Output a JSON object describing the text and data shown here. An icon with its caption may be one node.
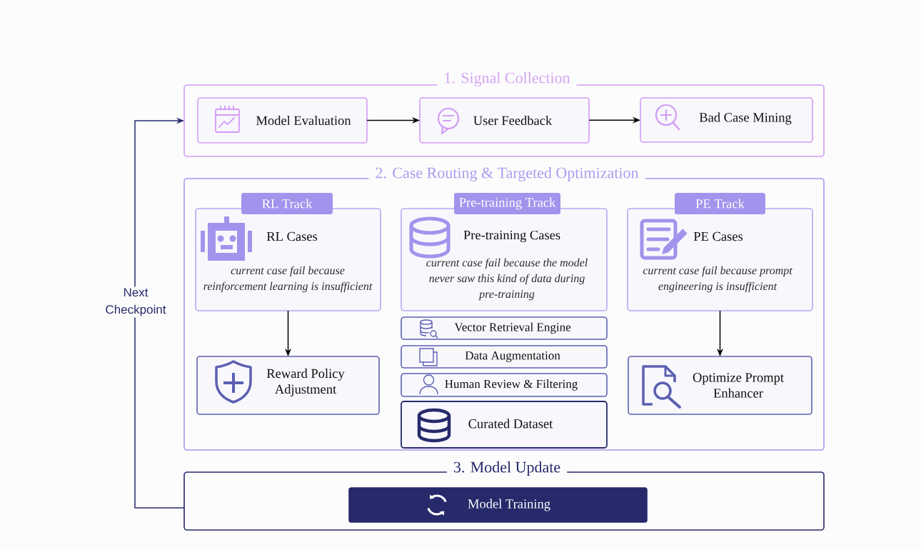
{
  "diagram": {
    "nodes": [
      {
        "text": [
          "1. Signal Collection"
        ]
      },
      {
        "text": [
          "Model Evaluation"
        ],
        "in": 0
      },
      {
        "text": [
          "User Feedback"
        ],
        "in": 0
      },
      {
        "text": [
          "Bad Case Mining"
        ],
        "in": 0
      },
      {
        "text": [
          "2. Case Routing & Targeted Optimization"
        ]
      },
      {
        "text": [
          "RL Track",
          "RL Cases",
          "current case fail because reinforcement learning is insufficient"
        ],
        "in": 4
      },
      {
        "text": [
          "Reward Policy Adjustment"
        ],
        "in": 4
      },
      {
        "text": [
          "Pre-training Track",
          "Pre-training Cases",
          "current case fail because the model never saw this kind of data during pre-training"
        ],
        "in": 4
      },
      {
        "text": [
          "Vector Retrieval Engine"
        ],
        "in": 4
      },
      {
        "text": [
          "Data Augmentation"
        ],
        "in": 4
      },
      {
        "text": [
          "Human Review & Filtering"
        ],
        "in": 4
      },
      {
        "text": [
          "Curated Dataset"
        ],
        "in": 4
      },
      {
        "text": [
          "PE Track",
          "PE Cases",
          "current case fail because prompt engineering is insufficient"
        ],
        "in": 4
      },
      {
        "text": [
          "Optimize Prompt Enhancer"
        ],
        "in": 4
      },
      {
        "text": [
          "3. Model Update"
        ]
      },
      {
        "text": [
          "Model Training"
        ],
        "in": 14
      }
    ],
    "edges": [
      {
        "from": 1,
        "to": 2,
        "arrow": "to"
      },
      {
        "from": 2,
        "to": 3,
        "arrow": "to"
      },
      {
        "from": 5,
        "to": 6,
        "arrow": "to"
      },
      {
        "from": 12,
        "to": 13,
        "arrow": "to"
      },
      {
        "from": 14,
        "to": 0,
        "arrow": "to",
        "label": "Next Checkpoint",
        "color": "#262a6b"
      }
    ]
  }
}
